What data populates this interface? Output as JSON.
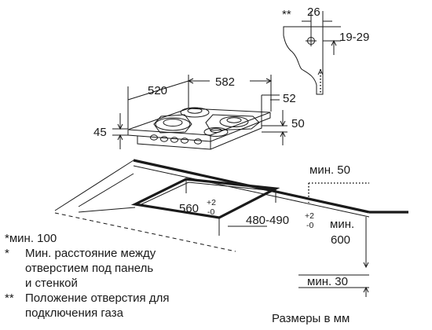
{
  "detail": {
    "marker": "**",
    "width": "26",
    "height_range": "19-29"
  },
  "hob": {
    "depth": "520",
    "width": "582",
    "side_offset": "52",
    "height": "45",
    "back_offset": "50"
  },
  "cutout": {
    "width": "560",
    "width_tol_plus": "+2",
    "width_tol_minus": "-0",
    "depth": "480-490",
    "depth_tol_plus": "+2",
    "depth_tol_minus": "-0",
    "min_side": "мин. 50",
    "min_front_label": "мин.",
    "min_front_value": "600",
    "min_bottom": "мин. 30"
  },
  "footnotes": [
    {
      "mark": "*мин. 100",
      "text": ""
    },
    {
      "mark": "*",
      "text": "Мин. расстояние между\nотверстием под панель\nи стенкой"
    },
    {
      "mark": "**",
      "text": "Положение отверстия для\nподключения газа"
    }
  ],
  "units": "Размеры в мм"
}
